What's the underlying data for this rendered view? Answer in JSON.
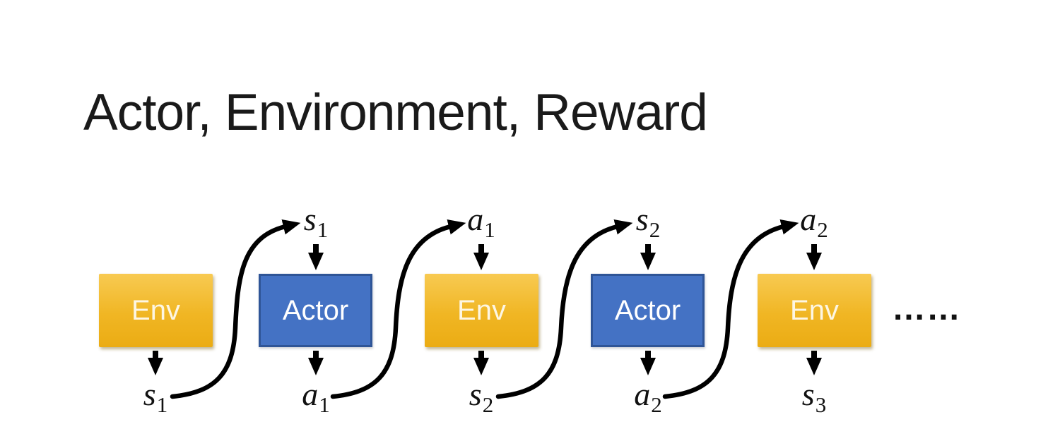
{
  "title": "Actor, Environment, Reward",
  "diagram": {
    "boxes": [
      {
        "label": "Env",
        "type": "env"
      },
      {
        "label": "Actor",
        "type": "actor"
      },
      {
        "label": "Env",
        "type": "env"
      },
      {
        "label": "Actor",
        "type": "actor"
      },
      {
        "label": "Env",
        "type": "env"
      }
    ],
    "top_labels": [
      {
        "base": "s",
        "sub": "1"
      },
      {
        "base": "a",
        "sub": "1"
      },
      {
        "base": "s",
        "sub": "2"
      },
      {
        "base": "a",
        "sub": "2"
      }
    ],
    "bottom_labels": [
      {
        "base": "s",
        "sub": "1"
      },
      {
        "base": "a",
        "sub": "1"
      },
      {
        "base": "s",
        "sub": "2"
      },
      {
        "base": "a",
        "sub": "2"
      },
      {
        "base": "s",
        "sub": "3"
      }
    ],
    "ellipsis": "……",
    "colors": {
      "env_fill_top": "#F8CA52",
      "env_fill_bottom": "#EBAC14",
      "actor_fill": "#4472C4",
      "actor_border": "#2F5597",
      "box_text": "#FFFFFF",
      "arrow": "#000000",
      "title_text": "#1A1A1A"
    }
  }
}
